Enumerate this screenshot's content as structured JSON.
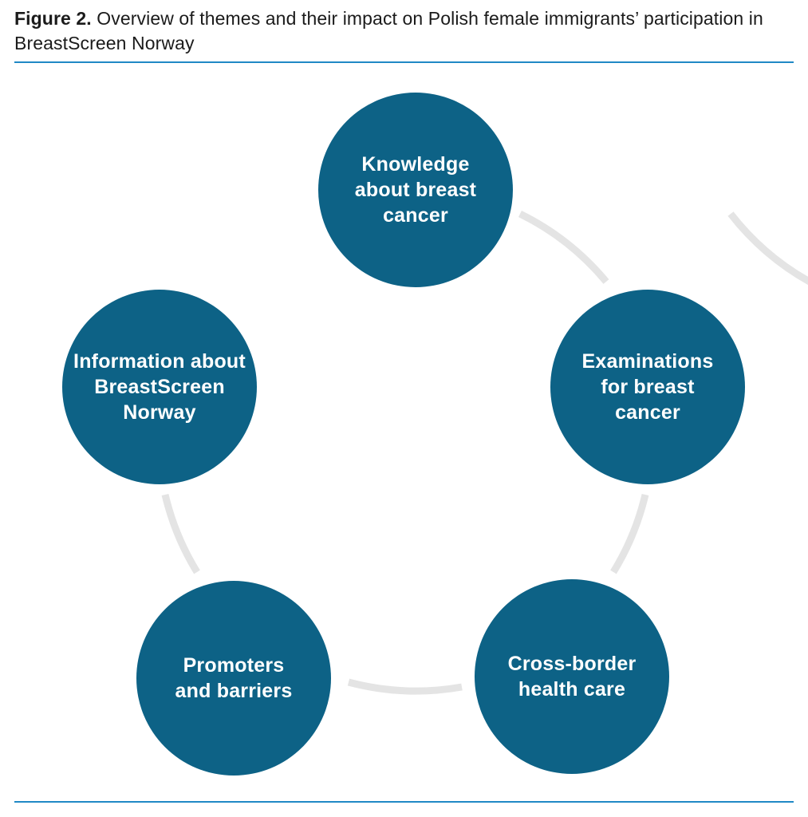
{
  "figure": {
    "caption_label": "Figure 2.",
    "caption_text": "Overview of themes and their impact on Polish female immigrants’ participation in BreastScreen Norway"
  },
  "colors": {
    "circle_fill": "#0d6286",
    "circle_text": "#ffffff",
    "arc": "#e4e4e4",
    "rule": "#2089c5"
  },
  "diagram": {
    "type": "cycle-of-themes",
    "themes": [
      {
        "id": "knowledge-about-breast-cancer",
        "position": "top",
        "label": "Knowledge\nabout breast\ncancer"
      },
      {
        "id": "examinations-for-breast-cancer",
        "position": "right",
        "label": "Examinations\nfor breast\ncancer"
      },
      {
        "id": "cross-border-health-care",
        "position": "bottom-right",
        "label": "Cross-border\nhealth care"
      },
      {
        "id": "promoters-and-barriers",
        "position": "bottom-left",
        "label": "Promoters\nand barriers"
      },
      {
        "id": "information-about-breastscreen-norway",
        "position": "left",
        "label": "Information about\nBreastScreen\nNorway"
      }
    ]
  }
}
